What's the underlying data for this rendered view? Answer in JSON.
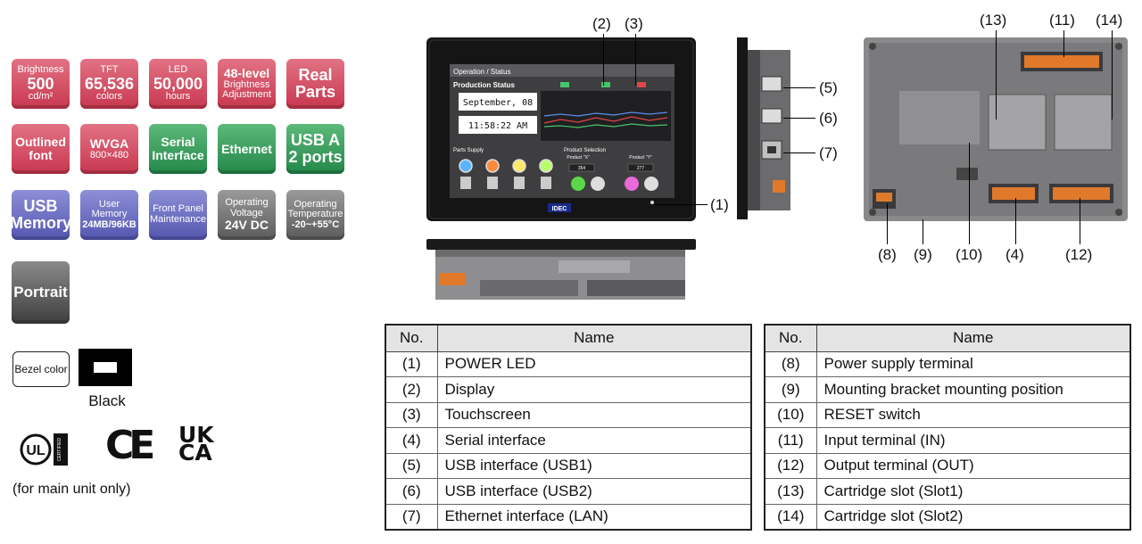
{
  "badges": [
    {
      "id": "brightness",
      "lines": [
        "Brightness",
        "500",
        "cd/m²"
      ]
    },
    {
      "id": "tft",
      "lines": [
        "TFT",
        "65,536",
        "colors"
      ]
    },
    {
      "id": "led",
      "lines": [
        "LED",
        "50,000",
        "hours"
      ]
    },
    {
      "id": "dimming",
      "lines": [
        "48-level",
        "Brightness",
        "Adjustment"
      ]
    },
    {
      "id": "real-parts",
      "lines": [
        "Real",
        "Parts"
      ]
    },
    {
      "id": "outlined-font",
      "lines": [
        "Outlined",
        "font"
      ]
    },
    {
      "id": "wvga",
      "lines": [
        "WVGA",
        "800×480"
      ]
    },
    {
      "id": "serial",
      "lines": [
        "Serial",
        "Interface"
      ]
    },
    {
      "id": "ethernet",
      "lines": [
        "Ethernet"
      ]
    },
    {
      "id": "usb-a",
      "lines": [
        "USB A",
        "2 ports"
      ]
    },
    {
      "id": "usb-memory",
      "lines": [
        "USB",
        "Memory"
      ]
    },
    {
      "id": "user-memory",
      "lines": [
        "User Memory",
        "24MB/96KB"
      ]
    },
    {
      "id": "front-panel",
      "lines": [
        "Front Panel",
        "Maintenance"
      ]
    },
    {
      "id": "voltage",
      "lines": [
        "Operating",
        "Voltage",
        "24V DC"
      ]
    },
    {
      "id": "temperature",
      "lines": [
        "Operating",
        "Temperature",
        "-20~+55°C"
      ]
    },
    {
      "id": "portrait",
      "lines": [
        "Portrait"
      ]
    }
  ],
  "bezel": {
    "label": "Bezel color",
    "color_name": "Black",
    "color": "#000000"
  },
  "certifications": {
    "ul_text": "UL",
    "ul_side": "CERTIFIED",
    "ce": "CE",
    "ukca_top": "UK",
    "ukca_bottom": "CA",
    "note": "(for main unit only)"
  },
  "screen": {
    "header": "Operation / Status",
    "section": "Production Status",
    "date": "September, 08",
    "time": "11:58:22 AM",
    "parts_supply": "Parts Supply",
    "product_selection": "Product Selection",
    "product_x": "Product \"X\"",
    "product_y": "Product \"Y\"",
    "product_x_value": "354",
    "product_y_value": "277",
    "brand": "IDEC"
  },
  "callouts": [
    "(1)",
    "(2)",
    "(3)",
    "(4)",
    "(5)",
    "(6)",
    "(7)",
    "(8)",
    "(9)",
    "(10)",
    "(11)",
    "(12)",
    "(13)",
    "(14)"
  ],
  "table_left": {
    "headers": [
      "No.",
      "Name"
    ],
    "rows": [
      [
        "(1)",
        "POWER LED"
      ],
      [
        "(2)",
        "Display"
      ],
      [
        "(3)",
        "Touchscreen"
      ],
      [
        "(4)",
        "Serial interface"
      ],
      [
        "(5)",
        "USB interface (USB1)"
      ],
      [
        "(6)",
        "USB interface (USB2)"
      ],
      [
        "(7)",
        "Ethernet interface (LAN)"
      ]
    ]
  },
  "table_right": {
    "headers": [
      "No.",
      "Name"
    ],
    "rows": [
      [
        "(8)",
        "Power supply terminal"
      ],
      [
        "(9)",
        "Mounting bracket mounting position"
      ],
      [
        "(10)",
        "RESET switch"
      ],
      [
        "(11)",
        "Input terminal (IN)"
      ],
      [
        "(12)",
        "Output terminal (OUT)"
      ],
      [
        "(13)",
        "Cartridge slot (Slot1)"
      ],
      [
        "(14)",
        "Cartridge slot (Slot2)"
      ]
    ]
  }
}
